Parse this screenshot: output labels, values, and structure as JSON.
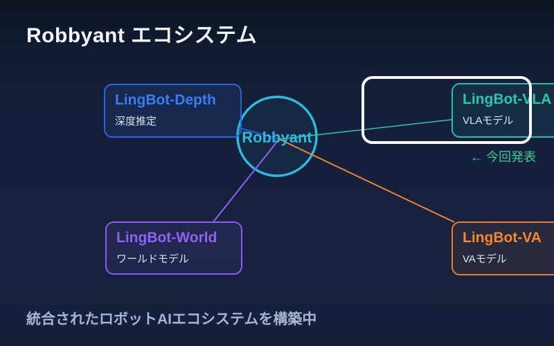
{
  "slide": {
    "title": "Robbyant エコシステム",
    "caption": "統合されたロボットAIエコシステムを構築中"
  },
  "diagram": {
    "center": {
      "label": "Robbyant",
      "color": "#2fb9dc"
    },
    "nodes": [
      {
        "id": "depth",
        "label": "LingBot-Depth",
        "sublabel": "深度推定",
        "color": "#3b7cf0",
        "position": "top-left",
        "highlighted": false
      },
      {
        "id": "vla",
        "label": "LingBot-VLA",
        "sublabel": "VLAモデル",
        "color": "#2bc4b0",
        "position": "top-right",
        "highlighted": true
      },
      {
        "id": "world",
        "label": "LingBot-World",
        "sublabel": "ワールドモデル",
        "color": "#8f62f5",
        "position": "bottom-left",
        "highlighted": false
      },
      {
        "id": "va",
        "label": "LingBot-VA",
        "sublabel": "VAモデル",
        "color": "#f5872e",
        "position": "bottom-right",
        "highlighted": false
      }
    ],
    "annotation": "← 今回発表",
    "highlight_border_color": "#ffffff",
    "connector_colors": {
      "depth": "#2a5cd8",
      "vla": "#35c9a0",
      "world": "#8f62f5",
      "va": "#ec8335"
    }
  }
}
